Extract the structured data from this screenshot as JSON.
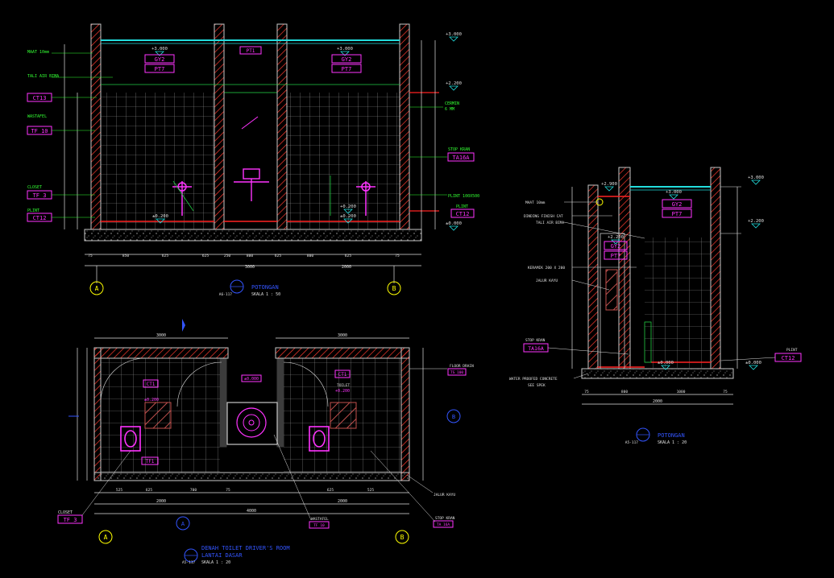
{
  "colors": {
    "background": "#000000",
    "wall": "#c8c8c8",
    "hatch": "#ff3b30",
    "tile": "#b4b4b4",
    "dimension": "#e0e0e0",
    "label": "#33ff33",
    "tag": "#ff33ff",
    "ceiling": "#22dddd",
    "floorline": "#ff2222",
    "axis": "#ffff00",
    "title": "#3355ff"
  },
  "section_a": {
    "levels": [
      "+3.000",
      "+2.200",
      "+3.000",
      "+3.000",
      "±0.000",
      "±0.200",
      "+0.200",
      "±0.200"
    ],
    "tags": {
      "gy2_1": "GY2",
      "pt7_1": "PT7",
      "pt1": "PT1",
      "gy2_2": "GY2",
      "pt7_2": "PT7"
    },
    "left_labels": {
      "maat": "MAAT 10mm",
      "tali_air": "TALI AIR BIMA",
      "ct13": "CT13",
      "wastafel": "WASTAFEL",
      "tf10": "TF 10",
      "closet": "CLOSET",
      "tf3": "TF 3",
      "plint": "PLINT",
      "ct12": "CT12"
    },
    "right_labels": {
      "cermin": "CERMIN",
      "cermin_tebal": "6 MM",
      "stop_kran": "STOP KRAN",
      "ta16a": "TA16A",
      "plint_size": "PLINT 100X500",
      "plint": "PLINT",
      "ct12": "CT12"
    },
    "bottom_dims": [
      "75",
      "850",
      "625",
      "625",
      "250",
      "800",
      "625",
      "800",
      "625",
      "75"
    ],
    "total_dim_1": "3000",
    "total_dim_2": "2000",
    "axis_left": "A",
    "axis_right": "B",
    "title": "POTONGAN",
    "ref": "A6-117",
    "scale": "SKALA 1 : 50"
  },
  "plan": {
    "top_dims": [
      "3000",
      "3000"
    ],
    "tags": {
      "ct1": "CT1",
      "tf1": "TF1",
      "ct1b": "CT1"
    },
    "floor_tag": "±0.000",
    "levels": [
      "±0.200",
      "+0.200"
    ],
    "labels": {
      "toilet": "TOILET",
      "floor_drain": "FLOOR DRAIN",
      "floor_drain_size": "TS 100",
      "jaluh_kayu": "JALUR KAYU",
      "stop_kran": "STOP KRAN",
      "ta16a": "TA 16A",
      "wastafel": "WASTAFEL",
      "tf10": "TF 10",
      "closet": "CLOSET",
      "tf3": "TF 3"
    },
    "bottom_dims": [
      "525",
      "625",
      "700",
      "75",
      "625",
      "525"
    ],
    "total_dim_1": "2000",
    "total_dim_2": "2000",
    "overall_dim": "4000",
    "axis_left": "A",
    "axis_right": "B",
    "section_mark_a": "A",
    "section_mark_b": "B",
    "title": "DENAH TOILET DRIVER'S ROOM",
    "subtitle": "LANTAI DASAR",
    "ref": "A5-117",
    "scale": "SKALA 1 : 20"
  },
  "section_b": {
    "levels": [
      "+2.900",
      "+3.000",
      "+3.000",
      "+2.200",
      "+2.200",
      "±0.000",
      "±0.000"
    ],
    "tags": {
      "gy2_top": "GY2",
      "pt7_top": "PT7",
      "gy2": "GY2",
      "pt7": "PT7",
      "ct12": "CT12"
    },
    "labels": {
      "maat": "MAAT 10mm",
      "dinding_finish": "DINDING FINISH CAT",
      "tali_air": "TALI AIR BIMA",
      "keramik": "KERAMIK 200 X 200",
      "jaluh_kayu": "JALUR KAYU",
      "stop_kran": "STOP KRAN",
      "ta16a": "TA16A",
      "waterproof": "WATER PROOFED CONCRETE",
      "see_spek": "SEE SPEK",
      "plint": "PLINT"
    },
    "bottom_dims": [
      "75",
      "800",
      "1000",
      "75"
    ],
    "total_dim": "2000",
    "title": "POTONGAN",
    "ref": "A5-117",
    "scale": "SKALA 1 : 20"
  }
}
